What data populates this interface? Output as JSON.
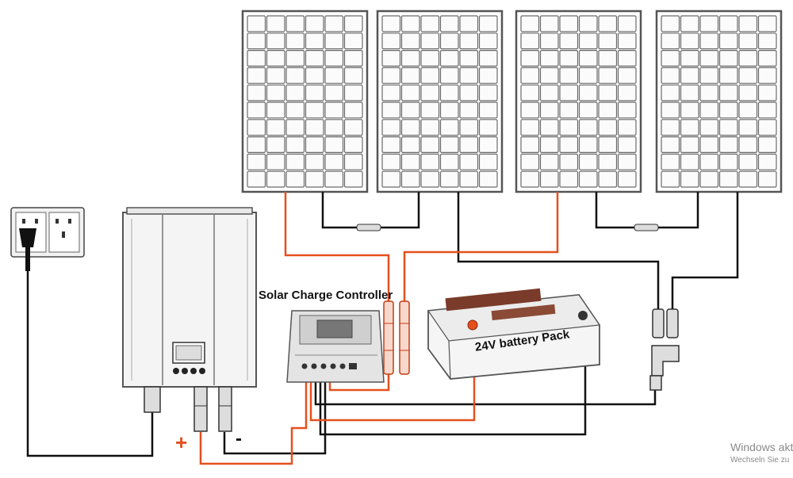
{
  "labels": {
    "controller": "Solar Charge Controller",
    "battery": "24V battery Pack",
    "positive": "+",
    "negative": "-"
  },
  "watermark": {
    "line1": "Windows akt",
    "line2": "Wechseln Sie zu"
  },
  "components": {
    "panels": [
      "solar-panel",
      "solar-panel",
      "solar-panel",
      "solar-panel"
    ],
    "icons": [
      "wall-socket-icon",
      "grid-tie-inverter-icon",
      "charge-controller-icon",
      "battery-icon",
      "fuse-holder-icon",
      "mc4-branch-connector-icon"
    ]
  },
  "colors": {
    "positive_wire": "#e5501e",
    "negative_wire": "#111111",
    "outline": "#555555"
  }
}
